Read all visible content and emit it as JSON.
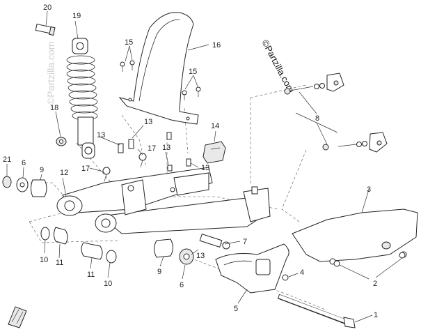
{
  "watermarks": {
    "main": "©Partzilla.com",
    "faint": "©Partzilla.com"
  },
  "callouts": {
    "c1": "1",
    "c2": "2",
    "c3": "3",
    "c4": "4",
    "c5": "5",
    "c6a": "6",
    "c6b": "6",
    "c7": "7",
    "c8": "8",
    "c9a": "9",
    "c9b": "9",
    "c10a": "10",
    "c10b": "10",
    "c11a": "11",
    "c11b": "11",
    "c12": "12",
    "c13a": "13",
    "c13b": "13",
    "c13c": "13",
    "c13d": "13",
    "c13e": "13",
    "c14": "14",
    "c15a": "15",
    "c15b": "15",
    "c16": "16",
    "c17a": "17",
    "c17b": "17",
    "c18": "18",
    "c19": "19",
    "c20": "20",
    "c21": "21"
  }
}
